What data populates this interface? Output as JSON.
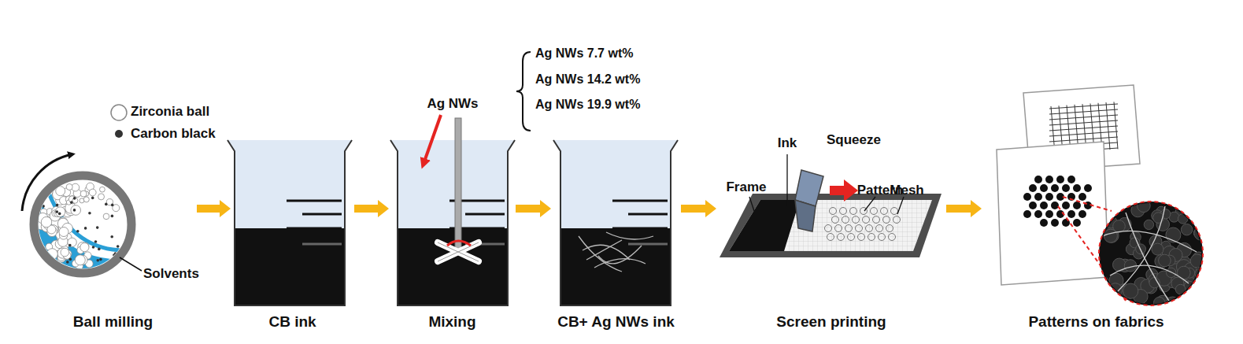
{
  "diagram": {
    "nodes": [
      {
        "text": [
          "Ball milling"
        ]
      },
      {
        "text": [
          "CB ink"
        ]
      },
      {
        "text": [
          "Mixing"
        ]
      },
      {
        "text": [
          "CB+ Ag NWs ink"
        ]
      },
      {
        "text": [
          "Screen printing"
        ]
      },
      {
        "text": [
          "Patterns on fabrics"
        ]
      }
    ],
    "edges": [
      {
        "from": 0,
        "to": 1,
        "arrow": "to"
      },
      {
        "from": 1,
        "to": 2,
        "arrow": "to"
      },
      {
        "from": 2,
        "to": 3,
        "arrow": "to"
      },
      {
        "from": 3,
        "to": 4,
        "arrow": "to"
      },
      {
        "from": 4,
        "to": 5,
        "arrow": "to"
      }
    ],
    "labels": [
      "Zirconia ball",
      "Carbon black",
      "Solvents",
      "Ag NWs",
      "Ag NWs 7.7 wt%",
      "Ag NWs 14.2 wt%",
      "Ag NWs 19.9 wt%",
      "Ink",
      "Squeeze",
      "Frame",
      "Pattern",
      "Mesh"
    ]
  }
}
